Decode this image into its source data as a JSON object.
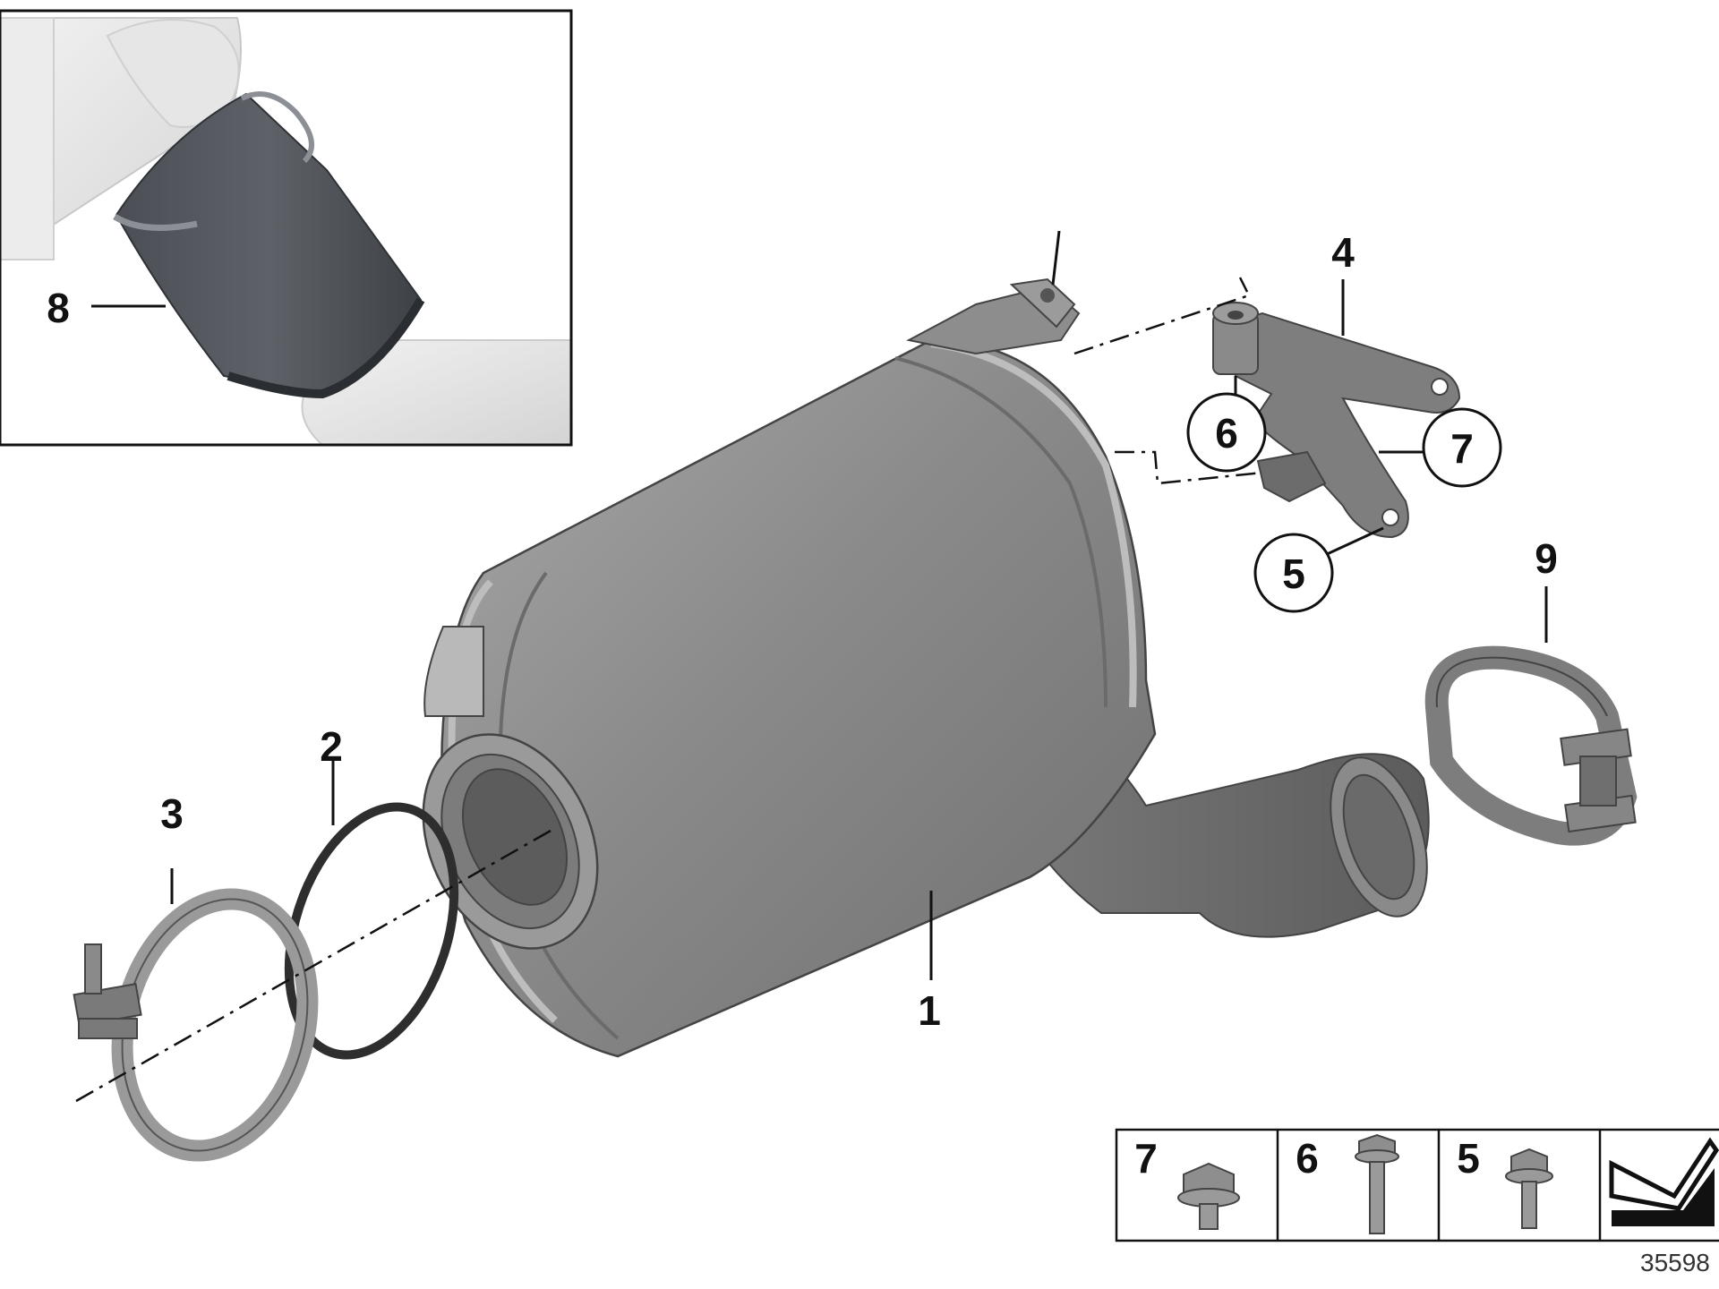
{
  "callouts": {
    "c1": "1",
    "c2": "2",
    "c3": "3",
    "c4": "4",
    "c5": "5",
    "c6": "6",
    "c7": "7",
    "c8": "8",
    "c9": "9"
  },
  "legend": {
    "items": [
      {
        "number": "7",
        "icon": "flange-bolt-icon"
      },
      {
        "number": "6",
        "icon": "long-bolt-icon"
      },
      {
        "number": "5",
        "icon": "short-bolt-icon"
      },
      {
        "number": "",
        "icon": "reference-arrow-icon"
      }
    ]
  },
  "document_number": "35598"
}
